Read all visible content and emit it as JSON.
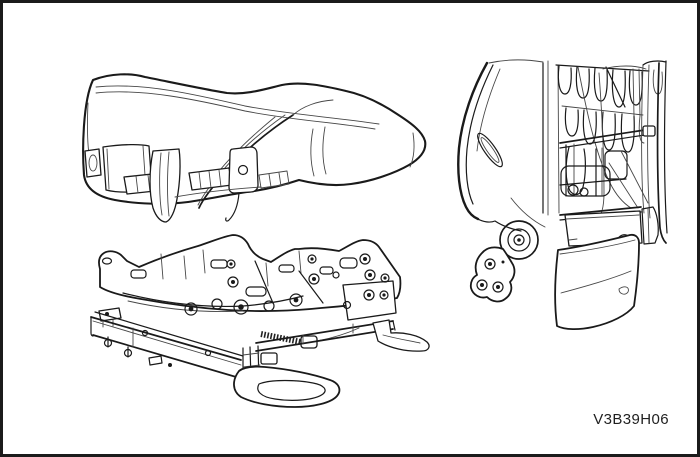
{
  "figure": {
    "code": "V3B39H06",
    "description": "Line-art service-manual illustration of a vehicle front seat: seat cushion, seat adjuster track assembly, and seat back frame"
  },
  "canvas": {
    "background": "#ffffff",
    "border_color": "#1b1b1b",
    "line_color": "#1a1a1a",
    "fine_line_color": "#474747"
  },
  "parts": [
    {
      "name": "seat-cushion"
    },
    {
      "name": "seat-adjuster-track-assembly"
    },
    {
      "name": "seat-back-frame"
    }
  ]
}
